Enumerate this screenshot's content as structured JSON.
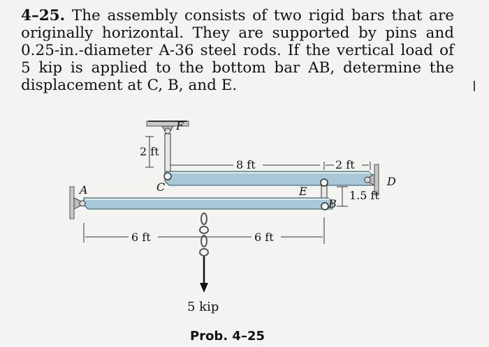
{
  "problem": {
    "number": "4–25.",
    "text": "The assembly consists of two rigid bars that are originally horizontal. They are supported by pins and 0.25-in.-diameter A-36 steel rods. If the vertical load of 5 kip is applied to the bottom bar AB, determine the displacement at C, B, and E."
  },
  "figure": {
    "labels": {
      "F": "F",
      "A": "A",
      "C": "C",
      "E": "E",
      "B": "B",
      "D": "D"
    },
    "dims": {
      "rod_cf": "2 ft",
      "upper_span": "8 ft",
      "right_span": "2 ft",
      "rod_eb": "1.5 ft",
      "lower_left": "6 ft",
      "lower_right": "6 ft"
    },
    "load": "5 kip",
    "caption": "Prob. 4–25"
  }
}
